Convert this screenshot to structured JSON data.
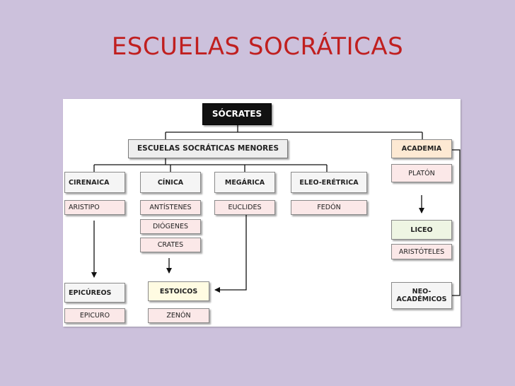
{
  "slide": {
    "title": "ESCUELAS SOCRÁTICAS"
  },
  "diagram": {
    "root": "SÓCRATES",
    "menores": "ESCUELAS SOCRÁTICAS MENORES",
    "cirenaica": "CIRENAICA",
    "cinica": "CÍNICA",
    "megarica": "MEGÁRICA",
    "eleo_eretrica": "ELEO-ERÉTRICA",
    "academia": "ACADEMIA",
    "aristipo": "ARISTIPO",
    "antistenes": "ANTÍSTENES",
    "euclides": "EUCLIDES",
    "fedon": "FEDÓN",
    "platon": "PLATÓN",
    "diogenes": "DIÓGENES",
    "crates": "CRATES",
    "liceo": "LICEO",
    "aristoteles": "ARISTÓTELES",
    "epicureos": "EPICÚREOS",
    "estoicos": "ESTOICOS",
    "neo_academicos": "NEO-ACADÉMICOS",
    "epicuro": "EPICURO",
    "zenon": "ZENÓN"
  },
  "colors": {
    "background": "#ccc1dc",
    "title": "#c01f1f",
    "root_fill": "#111111",
    "person_fill": "#fbe8e8",
    "academia_fill": "#fde9d3",
    "liceo_fill": "#eef5e3",
    "estoicos_fill": "#fffbe2"
  }
}
